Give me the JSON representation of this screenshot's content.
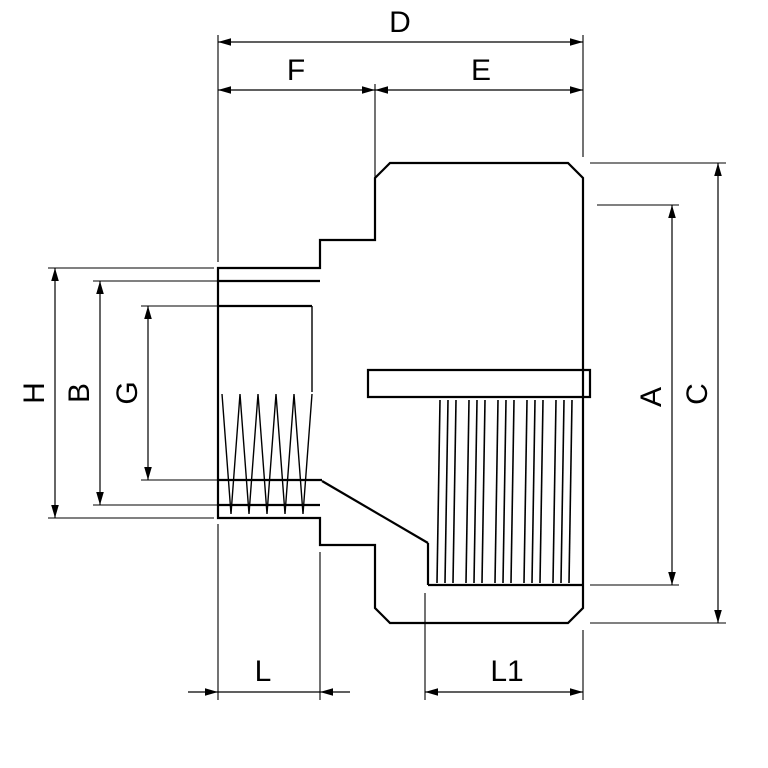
{
  "colors": {
    "background": "#ffffff",
    "line": "#000000"
  },
  "dimensions": {
    "d": "D",
    "f": "F",
    "e": "E",
    "h": "H",
    "b": "B",
    "g": "G",
    "a": "A",
    "c": "C",
    "l": "L",
    "l1": "L1"
  }
}
